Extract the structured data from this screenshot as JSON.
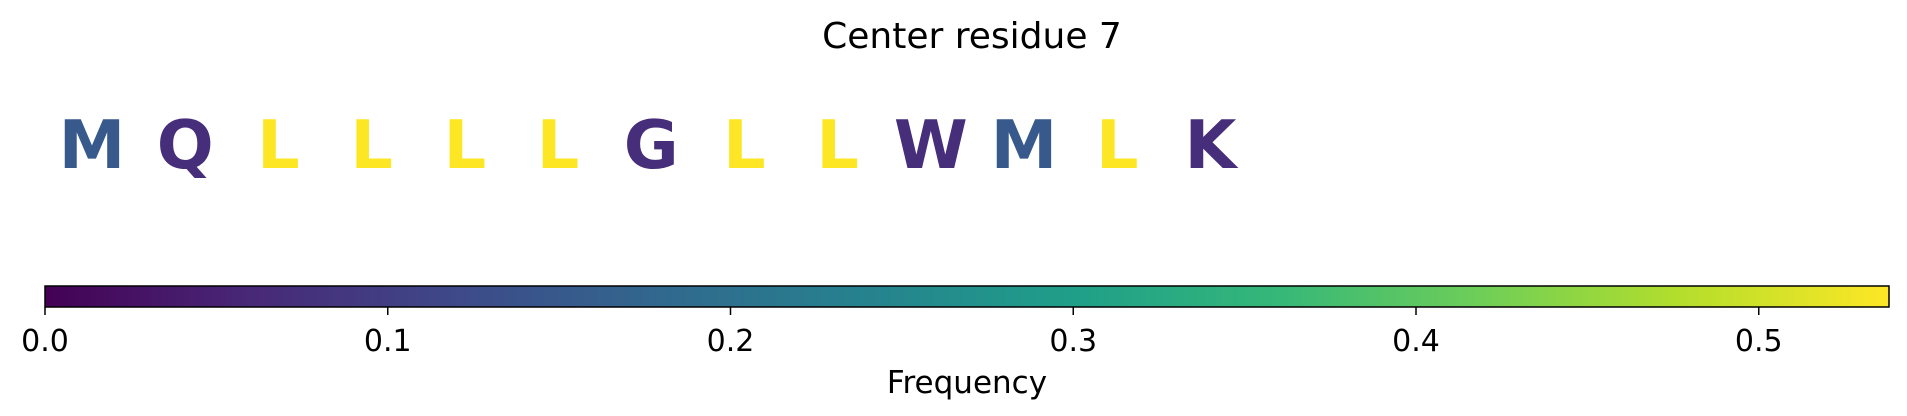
{
  "chart_data": {
    "type": "heatmap",
    "title": "Center residue 7",
    "sequence": [
      {
        "residue": "M",
        "frequency": 0.15
      },
      {
        "residue": "Q",
        "frequency": 0.07
      },
      {
        "residue": "L",
        "frequency": 0.54
      },
      {
        "residue": "L",
        "frequency": 0.54
      },
      {
        "residue": "L",
        "frequency": 0.54
      },
      {
        "residue": "L",
        "frequency": 0.54
      },
      {
        "residue": "G",
        "frequency": 0.07
      },
      {
        "residue": "L",
        "frequency": 0.54
      },
      {
        "residue": "L",
        "frequency": 0.54
      },
      {
        "residue": "W",
        "frequency": 0.07
      },
      {
        "residue": "M",
        "frequency": 0.15
      },
      {
        "residue": "L",
        "frequency": 0.54
      },
      {
        "residue": "K",
        "frequency": 0.07
      }
    ],
    "colorbar": {
      "label": "Frequency",
      "colormap": "viridis",
      "range": [
        0.0,
        0.538
      ],
      "ticks": [
        0.0,
        0.1,
        0.2,
        0.3,
        0.4,
        0.5
      ],
      "tick_labels": [
        "0.0",
        "0.1",
        "0.2",
        "0.3",
        "0.4",
        "0.5"
      ]
    },
    "colormap_stops": [
      "#440154",
      "#482878",
      "#3e4989",
      "#31688e",
      "#26828e",
      "#1f9e89",
      "#35b779",
      "#6ece58",
      "#b5de2b",
      "#fde725"
    ]
  }
}
